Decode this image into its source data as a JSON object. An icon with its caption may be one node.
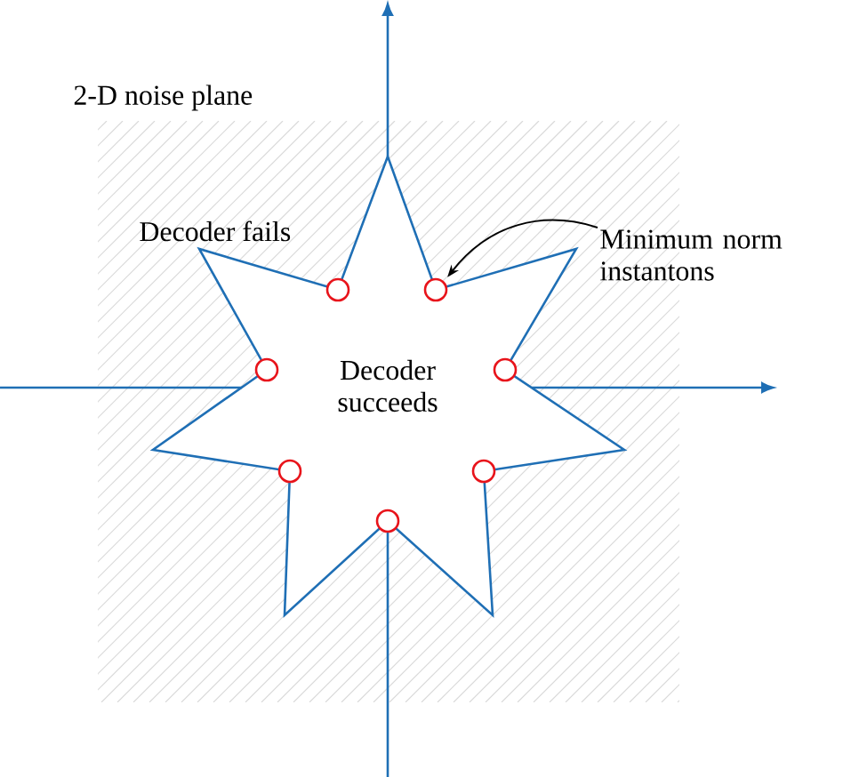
{
  "diagram": {
    "nodes": [
      {
        "text": [
          "2-D noise plane",
          "Decoder fails"
        ]
      },
      {
        "text": [
          "Decoder succeeds"
        ],
        "in": 0
      },
      {
        "text": [],
        "shape": "circle",
        "in": 1
      },
      {
        "text": [],
        "shape": "circle",
        "in": 1
      },
      {
        "text": [],
        "shape": "circle",
        "in": 1
      },
      {
        "text": [],
        "shape": "circle",
        "in": 1
      },
      {
        "text": [],
        "shape": "circle",
        "in": 1
      },
      {
        "text": [],
        "shape": "circle",
        "in": 1
      },
      {
        "text": [],
        "shape": "circle",
        "in": 1
      },
      {
        "text": [
          "Minimum norm instantons"
        ]
      }
    ],
    "edges": [
      {
        "from": 9,
        "to": 3,
        "arrow": "to"
      }
    ]
  }
}
